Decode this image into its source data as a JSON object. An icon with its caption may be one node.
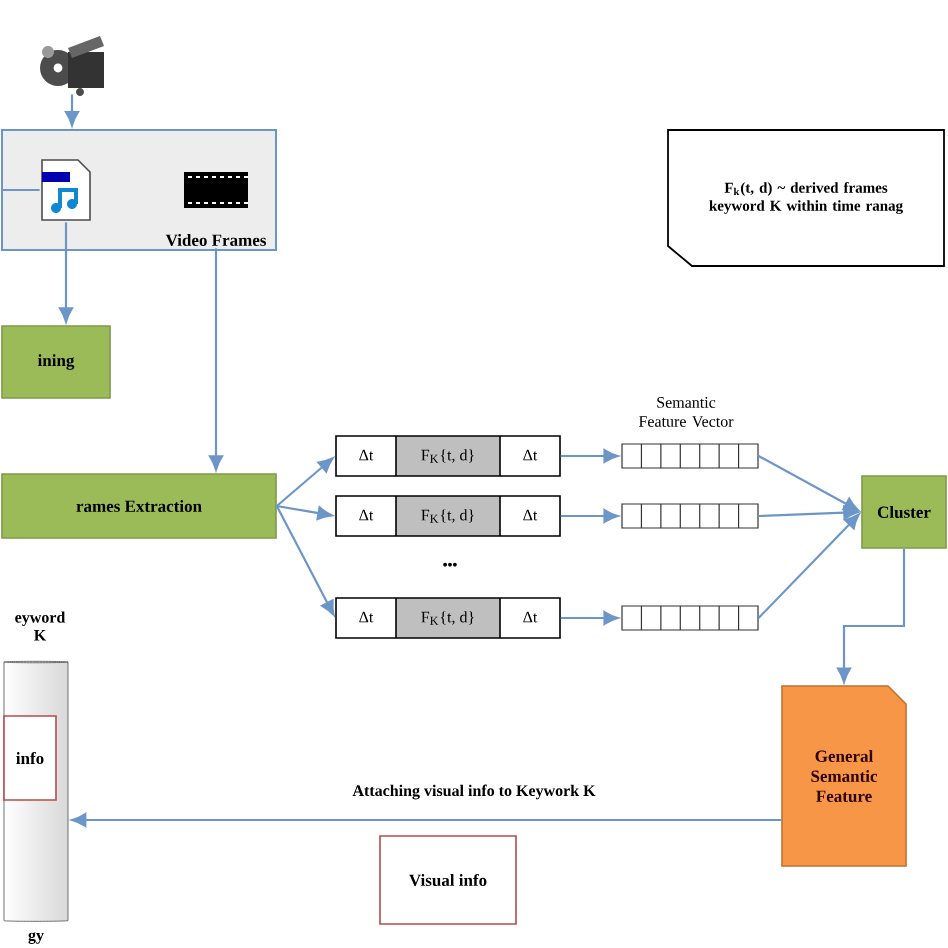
{
  "diagram": {
    "nodes": [
      {
        "text": [],
        "shape": "picture"
      },
      {
        "text": [],
        "shape": "box"
      },
      {
        "text": [],
        "shape": "picture",
        "in": 1
      },
      {
        "text": [
          "Video Frames"
        ],
        "in": 1
      },
      {
        "text": [
          "ining"
        ]
      },
      {
        "text": [
          "rames Extraction"
        ]
      },
      {
        "text": [
          "Δt",
          "F$_{K}${t, d}",
          "Δt"
        ]
      },
      {
        "text": [
          "Δt",
          "F$_{K}${t, d}",
          "Δt"
        ]
      },
      {
        "text": [
          "Δt",
          "F$_{K}${t, d}",
          "Δt"
        ]
      },
      {
        "text": [],
        "shape": "box"
      },
      {
        "text": [],
        "shape": "box"
      },
      {
        "text": [],
        "shape": "box"
      },
      {
        "text": [
          "Cluster"
        ]
      },
      {
        "text": [
          "General Semantic Feature"
        ]
      },
      {
        "text": [],
        "shape": "cylinder",
        "beside": [
          "eyword K",
          "gy"
        ]
      },
      {
        "text": [
          "info"
        ],
        "in": 14
      },
      {
        "text": [
          "Visual info"
        ]
      },
      {
        "text": [
          "F$_{k}$(t, d) ~ derived frames keyword K within time ranag"
        ]
      }
    ],
    "edges": [
      {
        "from": 0,
        "to": 1,
        "arrow": "to"
      },
      {
        "from": null,
        "to": 2,
        "arrow": "none"
      },
      {
        "from": 2,
        "to": 4,
        "arrow": "to"
      },
      {
        "from": 3,
        "to": 5,
        "arrow": "to"
      },
      {
        "from": 5,
        "to": 6,
        "arrow": "to"
      },
      {
        "from": 5,
        "to": 7,
        "arrow": "to"
      },
      {
        "from": 5,
        "to": 8,
        "arrow": "to"
      },
      {
        "from": 6,
        "to": 9,
        "arrow": "to"
      },
      {
        "from": 7,
        "to": 10,
        "arrow": "to"
      },
      {
        "from": 8,
        "to": 11,
        "arrow": "to"
      },
      {
        "from": 9,
        "to": 12,
        "arrow": "to"
      },
      {
        "from": 10,
        "to": 12,
        "arrow": "to"
      },
      {
        "from": 11,
        "to": 12,
        "arrow": "to"
      },
      {
        "from": 12,
        "to": 13,
        "arrow": "to"
      },
      {
        "from": 13,
        "to": 14,
        "arrow": "to",
        "label": "Attaching visual info to Keywork K"
      }
    ],
    "labels": [
      "Semantic Feature Vector",
      "•••"
    ]
  }
}
